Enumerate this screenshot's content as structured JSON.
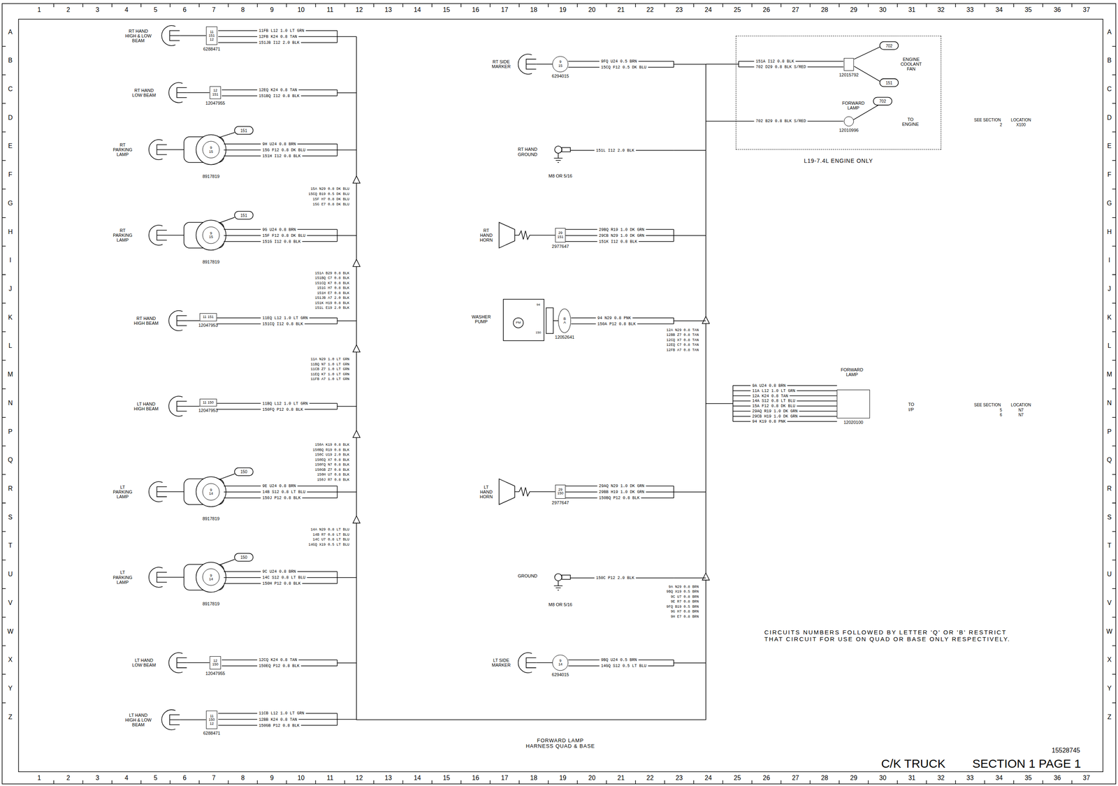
{
  "diagram": {
    "caption": "FORWARD LAMP HARNESS QUAD & BASE",
    "nodes": [
      {
        "text": [
          "11",
          "151",
          "12",
          "6288471"
        ]
      },
      {
        "text": [
          "12",
          "151",
          "12047955"
        ]
      },
      {
        "text": [
          "9",
          "15",
          "8917819"
        ]
      },
      {
        "text": [
          "9",
          "15",
          "8917819"
        ]
      },
      {
        "text": [
          "11",
          "151",
          "12047953"
        ]
      },
      {
        "text": [
          "11",
          "150",
          "12047953"
        ]
      },
      {
        "text": [
          "9",
          "14",
          "8917819"
        ]
      },
      {
        "text": [
          "9",
          "14",
          "8917819"
        ]
      },
      {
        "text": [
          "12",
          "150",
          "12047955"
        ]
      },
      {
        "text": [
          "11",
          "150",
          "12",
          "6288471"
        ]
      },
      {
        "text": [
          "9",
          "15",
          "6294015"
        ]
      },
      {
        "text": [
          "29",
          "151",
          "2977647"
        ]
      },
      {
        "text": [
          "B",
          "A",
          "12052641"
        ]
      },
      {
        "text": [
          "29",
          "150",
          "2977647"
        ]
      },
      {
        "text": [
          "9",
          "14",
          "6294015"
        ]
      },
      {
        "text": [
          "L19-7.4L ENGINE ONLY"
        ]
      },
      {
        "text": [
          "12015792"
        ],
        "in": 15
      },
      {
        "text": [
          "12010996"
        ],
        "in": 15
      },
      {
        "text": [
          "12020100"
        ]
      }
    ],
    "labels": [
      "1",
      "2",
      "3",
      "4",
      "5",
      "6",
      "7",
      "8",
      "9",
      "10",
      "11",
      "12",
      "13",
      "14",
      "15",
      "16",
      "17",
      "18",
      "19",
      "20",
      "21",
      "22",
      "23",
      "24",
      "25",
      "26",
      "27",
      "28",
      "29",
      "30",
      "31",
      "32",
      "33",
      "34",
      "35",
      "36",
      "37",
      "1",
      "2",
      "3",
      "4",
      "5",
      "6",
      "7",
      "8",
      "9",
      "10",
      "11",
      "12",
      "13",
      "14",
      "15",
      "16",
      "17",
      "18",
      "19",
      "20",
      "21",
      "22",
      "23",
      "24",
      "25",
      "26",
      "27",
      "28",
      "29",
      "30",
      "31",
      "32",
      "33",
      "34",
      "35",
      "36",
      "37",
      "A",
      "B",
      "C",
      "D",
      "E",
      "F",
      "G",
      "H",
      "I",
      "J",
      "K",
      "L",
      "M",
      "N",
      "P",
      "Q",
      "R",
      "S",
      "T",
      "U",
      "V",
      "W",
      "X",
      "Y",
      "Z",
      "A",
      "B",
      "C",
      "D",
      "E",
      "F",
      "G",
      "H",
      "I",
      "J",
      "K",
      "L",
      "M",
      "N",
      "P",
      "Q",
      "R",
      "S",
      "T",
      "U",
      "V",
      "W",
      "X",
      "Y",
      "Z",
      "RT HAND HIGH & LOW BEAM",
      "11FB L12 1.0 LT GRN",
      "12FB K24 0.8 TAN",
      "151JB I12 2.0 BLK",
      "RT HAND LOW BEAM",
      "12EQ K24 0.8 TAN",
      "151BQ I12 0.8 BLK",
      "RT PARKING LAMP",
      "151",
      "9H U24 0.8 BRN",
      "15G F12 0.8 DK BLU",
      "151H I12 0.8 BLK",
      "15A N29 0.8 DK BLU",
      "15CQ B19 0.5 DK BLU",
      "15F H7 0.8 DK BLU",
      "15G E7 0.8 DK BLU",
      "RT PARKING LAMP",
      "151",
      "9G U24 0.8 BRN",
      "15F F12 0.8 DK BLU",
      "151G I12 0.8 BLK",
      "151A B29 0.8 BLK",
      "151BQ C7 0.8 BLK",
      "151CQ K7 0.8 BLK",
      "151G H7 0.8 BLK",
      "151H E7 0.8 BLK",
      "151JB A7 2.0 BLK",
      "151K H19 0.8 BLK",
      "151L E19 2.0 BLK",
      "RT HAND HIGH BEAM",
      "11EQ L12 1.0 LT GRN",
      "151CQ I12 0.8 BLK",
      "11A N29 1.0 LT GRN",
      "11BQ N7 1.0 LT GRN",
      "11CB Z7 1.0 LT GRN",
      "11EQ K7 1.0 LT GRN",
      "11FB A7 1.0 LT GRN",
      "LT HAND HIGH BEAM",
      "11BQ L12 1.0 LT GRN",
      "150FQ P12 0.8 BLK",
      "150A K19 0.8 BLK",
      "150BQ R19 0.8 BLK",
      "150C U19 2.0 BLK",
      "150EQ X7 0.8 BLK",
      "150FQ N7 0.8 BLK",
      "150GB Z7 0.8 BLK",
      "150H U7 0.8 BLK",
      "150J R7 0.8 BLK",
      "LT PARKING LAMP",
      "150",
      "9E U24 0.8 BRN",
      "14B S12 0.8 LT BLU",
      "150J P12 0.8 BLK",
      "14A N29 0.8 LT BLU",
      "14B R7 0.8 LT BLU",
      "14C U7 0.8 LT BLU",
      "14GQ X19 0.5 LT BLU",
      "LT PARKING LAMP",
      "150",
      "9C U24 0.8 BRN",
      "14C S12 0.8 LT BLU",
      "150H P12 0.8 BLK",
      "LT HAND LOW BEAM",
      "12CQ K24 0.8 TAN",
      "150EQ P12 0.8 BLK",
      "LT HAND HIGH & LOW BEAM",
      "11CB L12 1.0 LT GRN",
      "12BB K24 0.8 TAN",
      "150GB P12 0.8 BLK",
      "RT SIDE MARKER",
      "9FQ U24 0.5 BRN",
      "15CQ F12 0.5 DK BLU",
      "RT HAND GROUND",
      "151L I12 2.0 BLK",
      "M8 OR 5/16",
      "RT HAND HORN",
      "29BQ R19 1.0 DK GRN",
      "29CB N29 1.0 DK GRN",
      "151K I12 0.8 BLK",
      "WASHER PUMP",
      "PM",
      "94",
      "150",
      "94 N29 0.8 PNK",
      "150A P12 0.8 BLK",
      "12A N29 0.8 TAN",
      "12BB Z7 0.8 TAN",
      "12CQ X7 0.8 TAN",
      "12EQ C7 0.8 TAN",
      "12FB A7 0.8 TAN",
      "LT HAND HORN",
      "29AQ N29 1.0 DK GRN",
      "29BB H19 1.0 DK GRN",
      "150BQ P12 0.8 BLK",
      "GROUND",
      "150C P12 2.0 BLK",
      "M8 OR 5/16",
      "9A N29 0.8 BRN",
      "9BQ X19 0.5 BRN",
      "9C U7 0.8 BRN",
      "9E R7 0.8 BRN",
      "9FQ B19 0.5 BRN",
      "9G H7 0.8 BRN",
      "9H E7 0.8 BRN",
      "LT SIDE MARKER",
      "9BQ U24 0.5 BRN",
      "14GQ S12 0.5 LT BLU",
      "151A I12 0.8 BLK",
      "702 D29 0.8 BLK S/RED",
      "702",
      "151",
      "ENGINE COOLANT FAN",
      "FORWARD LAMP",
      "702",
      "702 B29 0.8 BLK S/RED",
      "TO ENGINE",
      "SEE SECTION",
      "LOCATION",
      "2",
      "X100",
      "FORWARD LAMP",
      "9A U24 0.8 BRN",
      "11A L12 1.0 LT GRN",
      "12A K24 0.8 TAN",
      "14A S12 0.8 LT BLU",
      "15A F12 0.8 DK BLU",
      "29AQ R19 1.0 DK GRN",
      "29CB H19 1.0 DK GRN",
      "94 K19 0.8 PNK",
      "TO I/P",
      "SEE SECTION",
      "LOCATION",
      "5",
      "N7",
      "6",
      "N7",
      "CIRCUITS NUMBERS FOLLOWED BY LETTER 'Q' OR 'B' RESTRICT THAT CIRCUIT FOR USE ON QUAD OR BASE ONLY RESPECTIVELY.",
      "15528745",
      "C/K TRUCK",
      "SECTION 1 PAGE 1"
    ]
  }
}
